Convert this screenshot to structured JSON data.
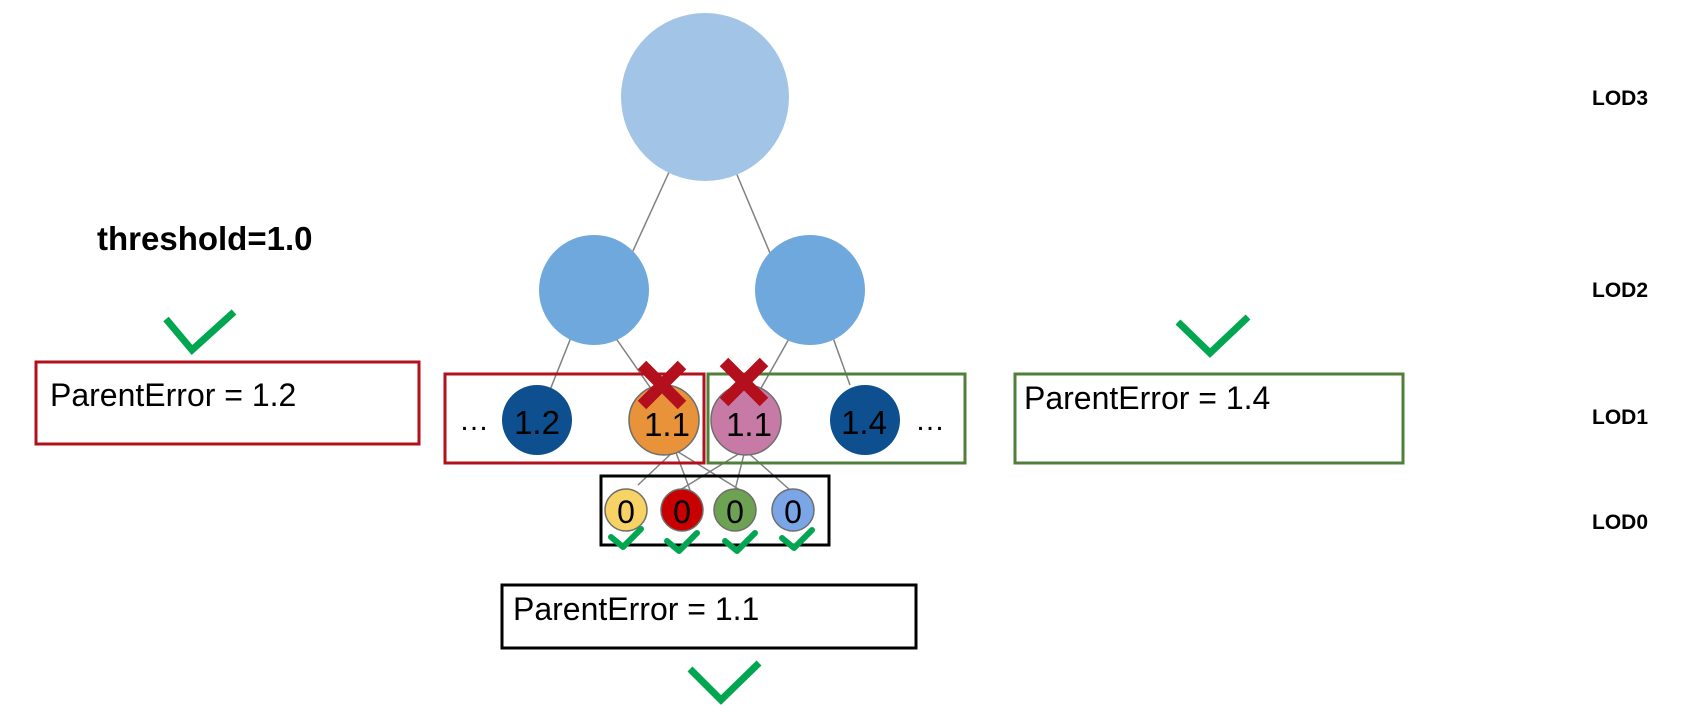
{
  "threshold_label": "threshold=1.0",
  "lod_labels": [
    "LOD3",
    "LOD2",
    "LOD1",
    "LOD0"
  ],
  "lod1_nodes": [
    {
      "value": "1.2",
      "color": "#0e4f8f",
      "text_color": "#ffffff",
      "rejected": false
    },
    {
      "value": "1.1",
      "color": "#e8923a",
      "text_color": "#000000",
      "rejected": true
    },
    {
      "value": "1.1",
      "color": "#c77aa6",
      "text_color": "#000000",
      "rejected": true
    },
    {
      "value": "1.4",
      "color": "#0e4f8f",
      "text_color": "#ffffff",
      "rejected": false
    }
  ],
  "lod0_nodes": [
    {
      "value": "0",
      "color": "#f7d264",
      "accepted": true
    },
    {
      "value": "0",
      "color": "#c80000",
      "accepted": true
    },
    {
      "value": "0",
      "color": "#6ca252",
      "accepted": true
    },
    {
      "value": "0",
      "color": "#7aa6e8",
      "accepted": true
    }
  ],
  "ellipsis": "…",
  "parent_error_boxes": {
    "left": {
      "text": "ParentError = 1.2",
      "border_color": "#b0121b",
      "accepted": true
    },
    "right": {
      "text": "ParentError = 1.4",
      "border_color": "#4f7f3a",
      "accepted": true
    },
    "bottom": {
      "text": "ParentError = 1.1",
      "border_color": "#000000",
      "accepted": true
    }
  },
  "colors": {
    "lod3_node": "#a2c4e6",
    "lod2_node": "#6fa8dc",
    "check": "#00a650",
    "cross": "#b30f1d",
    "edge": "#808080",
    "red_group": "#b0121b",
    "green_group": "#4f7f3a"
  }
}
